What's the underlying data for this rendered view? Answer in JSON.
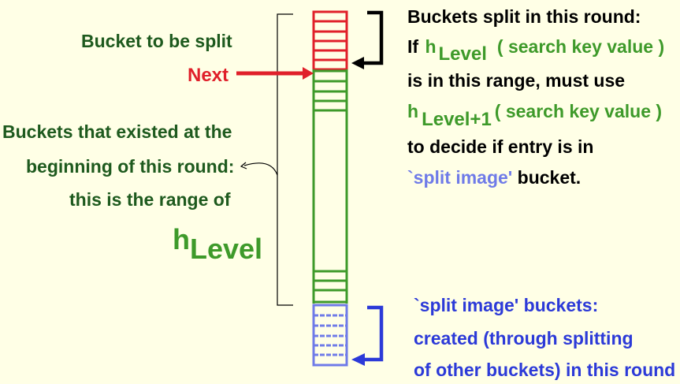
{
  "left": {
    "bucket_to_split": "Bucket to be split",
    "next": "Next",
    "existed_line1": "Buckets that existed at the",
    "existed_line2": "beginning of this round:",
    "existed_line3": "this is the range of",
    "h_level_h": "h",
    "h_level_sub": "Level"
  },
  "right_top": {
    "line1": "Buckets split in this round:",
    "line2_if": "If ",
    "line2_h": "h",
    "line2_sub": "Level",
    "line2_paren": "( search key value )",
    "line3": "is in this range, must use",
    "line4_h": "h",
    "line4_sub": "Level+1",
    "line4_paren": "( search key value )",
    "line5": "to decide if entry is in",
    "line6_split": "`split image'",
    "line6_rest": " bucket."
  },
  "right_bottom": {
    "line1": "`split image' buckets:",
    "line2": "created (through splitting",
    "line3": "of other buckets) in this round"
  },
  "colors": {
    "background": "#FFFFE6",
    "red": "#E0202A",
    "green": "#3E9A2A",
    "dark_green": "#1E5A1E",
    "blue": "#2C3AD8",
    "light_blue": "#6F7BE8"
  }
}
